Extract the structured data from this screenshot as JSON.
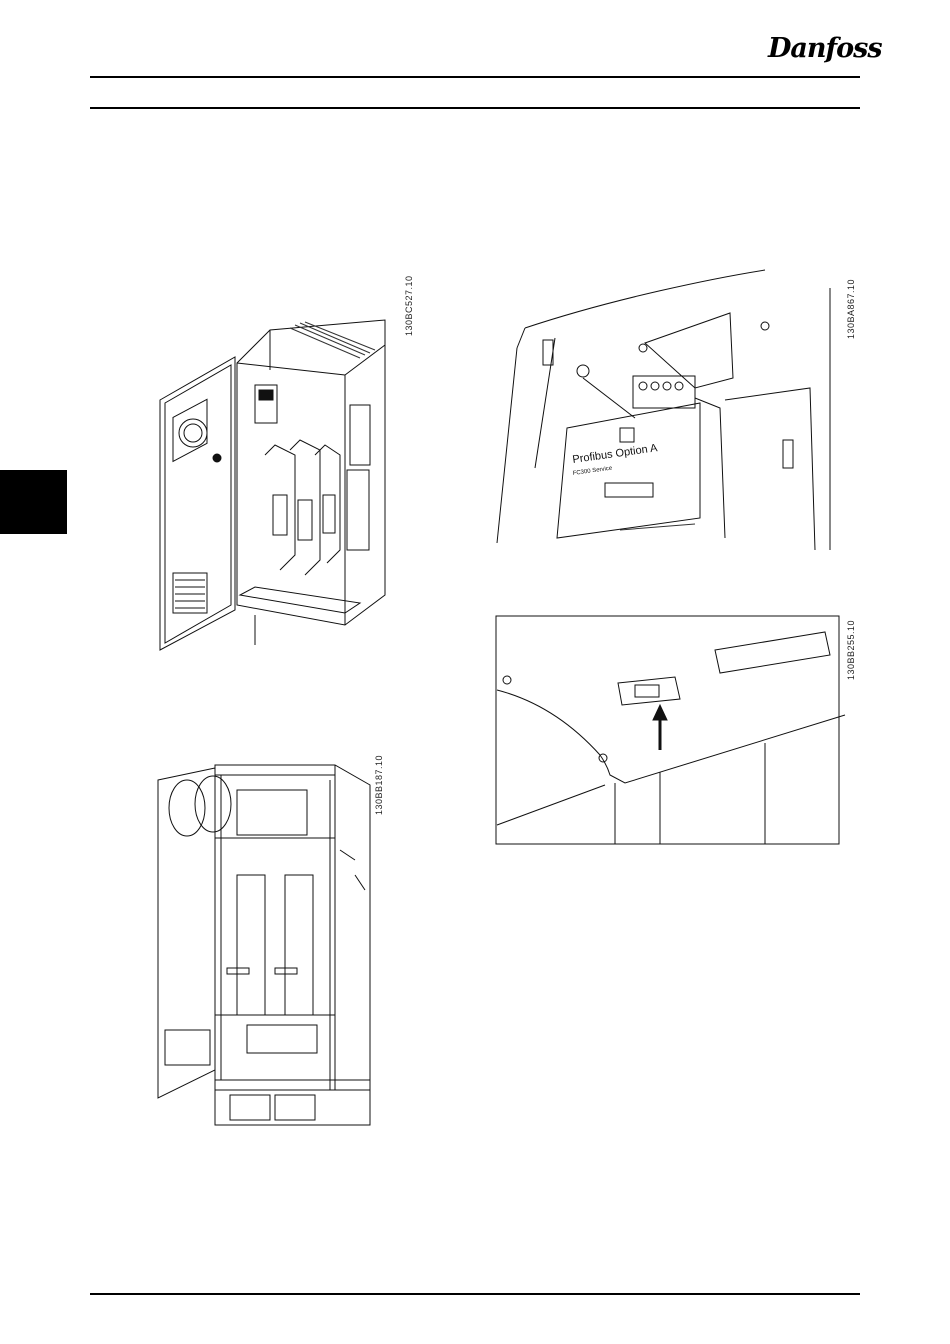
{
  "header": {
    "brand": "Danfoss"
  },
  "figures": [
    {
      "id": "fig1",
      "code": "130BC527.10"
    },
    {
      "id": "fig2",
      "code": "130BA867.10",
      "labels": {
        "module_title": "Profibus Option A",
        "service_label": "FC300 Service"
      }
    },
    {
      "id": "fig3",
      "code": "130BB187.10"
    },
    {
      "id": "fig4",
      "code": "130BB255.10"
    }
  ]
}
